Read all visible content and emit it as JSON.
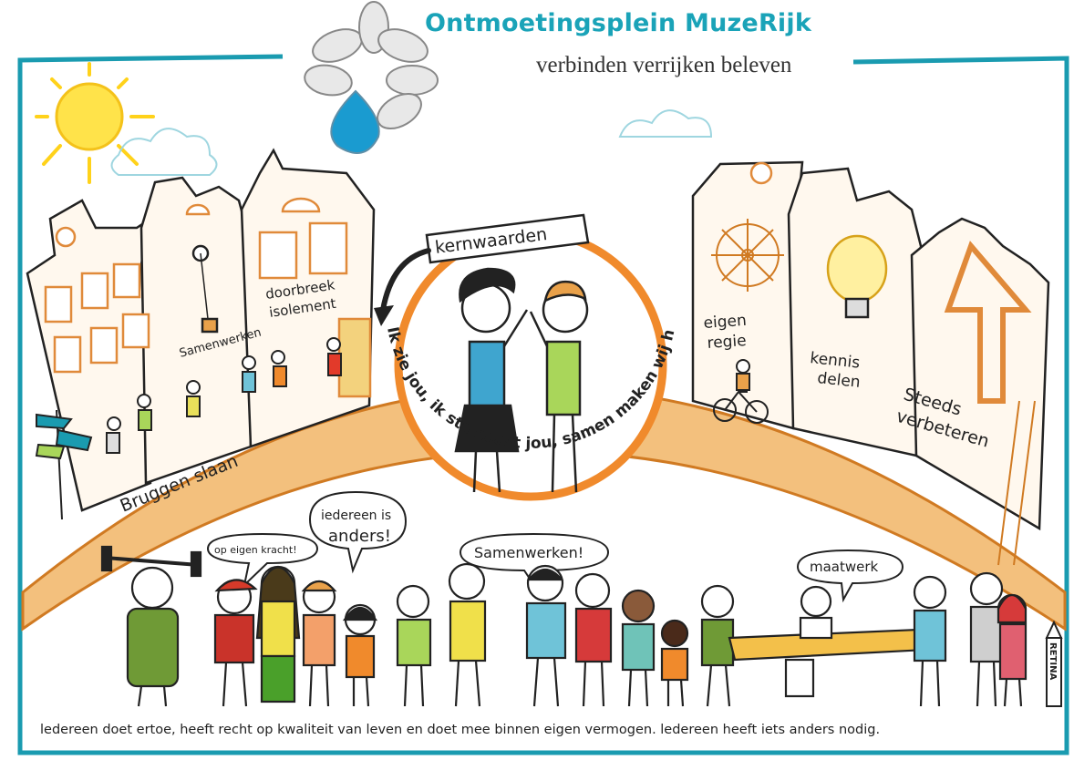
{
  "header": {
    "title": "Ontmoetingsplein MuzeRijk",
    "tagline": "verbinden verrijken beleven"
  },
  "center": {
    "label": "kernwaarden",
    "circle_text": "Ik zie jou, ik sta naast jou, samen maken wij het verschil"
  },
  "left_houses": {
    "samenwerken": "Samenwerken",
    "isolement_line1": "doorbreek",
    "isolement_line2": "isolement",
    "bruggen": "Bruggen slaan"
  },
  "right_houses": {
    "regie_line1": "eigen",
    "regie_line2": "regie",
    "kennis_line1": "kennis",
    "kennis_line2": "delen",
    "verbeteren_line1": "Steeds",
    "verbeteren_line2": "verbeteren"
  },
  "speech": {
    "kracht": "op eigen kracht!",
    "anders_line1": "iedereen is",
    "anders_line2": "anders!",
    "samenwerken": "Samenwerken!",
    "maatwerk": "maatwerk"
  },
  "signature": "RETINA",
  "footer": "ledereen doet ertoe, heeft recht op kwaliteit van leven en doet mee binnen eigen vermogen. ledereen heeft iets anders nodig.",
  "colors": {
    "frame": "#1a9bb0",
    "arc": "#e9a14a",
    "orange": "#f08a2c",
    "blue": "#1aa3b8"
  }
}
